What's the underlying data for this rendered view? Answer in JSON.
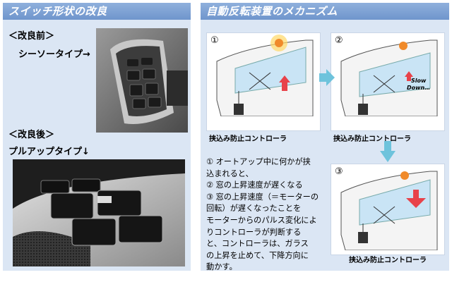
{
  "left": {
    "title": "スイッチ形状の改良",
    "before_label": "＜改良前＞",
    "before_type": "シーソータイプ→",
    "after_label": "＜改良後＞",
    "after_type": "プルアップタイプ↓"
  },
  "right": {
    "title": "自動反転装置のメカニズム",
    "diagrams": [
      {
        "num": "①",
        "caption": "挟込み防止コントローラ"
      },
      {
        "num": "②",
        "caption": "挟込み防止コントローラ",
        "slow_text": "Slow",
        "down_text": "Down…"
      },
      {
        "num": "③",
        "caption": "挟込み防止コントローラ"
      }
    ],
    "steps": [
      "①  オートアップ中に何かが挟",
      "      込まれると、",
      "②  窓の上昇速度が遅くなる",
      "③  窓の上昇速度（＝モーターの",
      "      回転）が遅くなったことを",
      "      モーターからのパルス変化によ",
      "      りコントローラが判断する",
      "      と、コントローラは、ガラス",
      "      の上昇を止めて、下降方向に",
      "      動かす。"
    ]
  },
  "colors": {
    "panel_bg": "#dbe6f4",
    "header_bg": "#7aa0d4",
    "arrow_blue": "#6ec3dc",
    "arrow_red": "#e8424a"
  }
}
